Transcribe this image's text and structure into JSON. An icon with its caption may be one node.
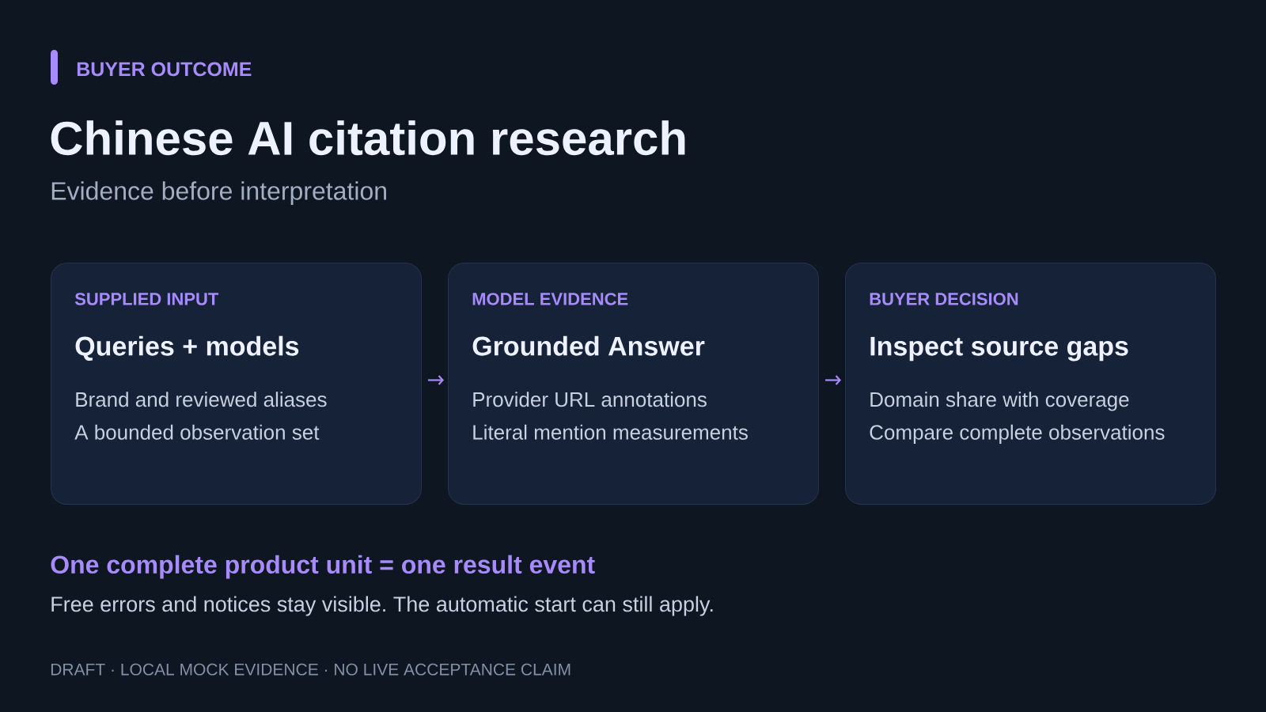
{
  "diagram": {
    "title": "Chinese AI citation research",
    "nodes": [
      {
        "text": [
          "SUPPLIED INPUT",
          "Queries + models",
          "Brand and reviewed aliases",
          "A bounded observation set"
        ]
      },
      {
        "text": [
          "MODEL EVIDENCE",
          "Grounded Answer",
          "Provider URL annotations",
          "Literal mention measurements"
        ]
      },
      {
        "text": [
          "BUYER DECISION",
          "Inspect source gaps",
          "Domain share with coverage",
          "Compare complete observations"
        ]
      }
    ],
    "edges": [
      {
        "from": 0,
        "to": 1,
        "arrow": "to"
      },
      {
        "from": 1,
        "to": 2,
        "arrow": "to"
      }
    ],
    "labels": [
      "BUYER OUTCOME",
      "Evidence before interpretation",
      "One complete product unit = one result event",
      "Free errors and notices stay visible. The automatic start can still apply.",
      "DRAFT · LOCAL MOCK EVIDENCE · NO LIVE ACCEPTANCE CLAIM"
    ]
  }
}
